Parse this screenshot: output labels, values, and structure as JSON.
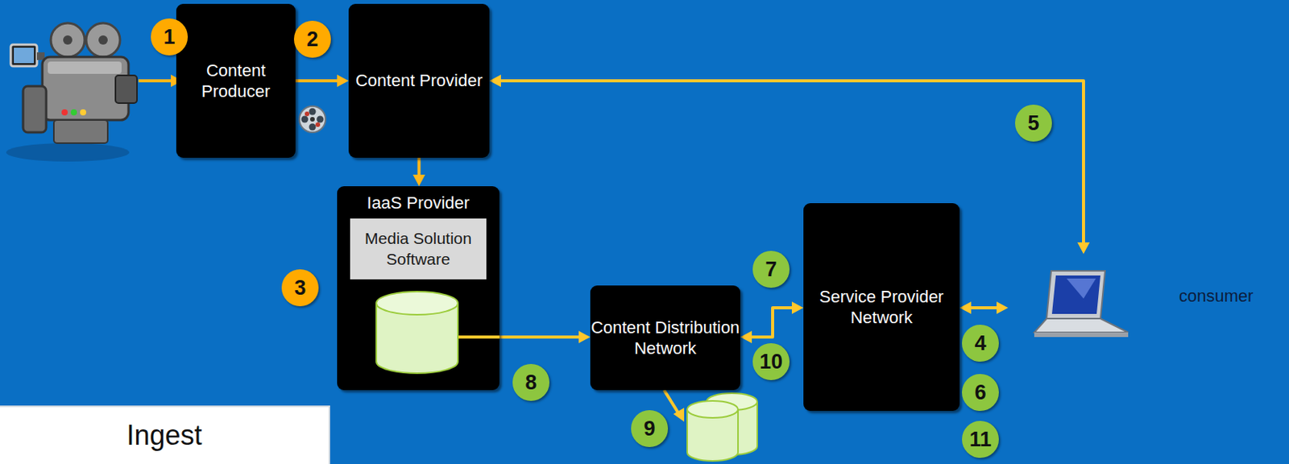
{
  "diagram": {
    "nodes": [
      {
        "text": [
          "Content Producer"
        ]
      },
      {
        "text": [
          "Content Provider"
        ]
      },
      {
        "text": [
          "IaaS Provider"
        ]
      },
      {
        "text": [
          "Media Solution Software"
        ],
        "in": 2
      },
      {
        "text": [
          "Content Distribution Network"
        ]
      },
      {
        "text": [
          "Service Provider Network"
        ]
      },
      {
        "text": [
          "consumer"
        ]
      },
      {
        "text": [
          "Ingest"
        ]
      }
    ],
    "edges": [
      {
        "from": 0,
        "to": 1,
        "arrow": "to"
      },
      {
        "from": 1,
        "to": 2,
        "arrow": "to"
      },
      {
        "from": 1,
        "to": 6,
        "arrow": "both"
      },
      {
        "from": 5,
        "to": 6,
        "arrow": "both"
      },
      {
        "from": 2,
        "to": 4,
        "arrow": "to"
      },
      {
        "from": 4,
        "to": 5,
        "arrow": "both"
      }
    ],
    "labels": [
      "1",
      "2",
      "5",
      "3",
      "7",
      "4",
      "10",
      "8",
      "6",
      "9",
      "11"
    ]
  }
}
